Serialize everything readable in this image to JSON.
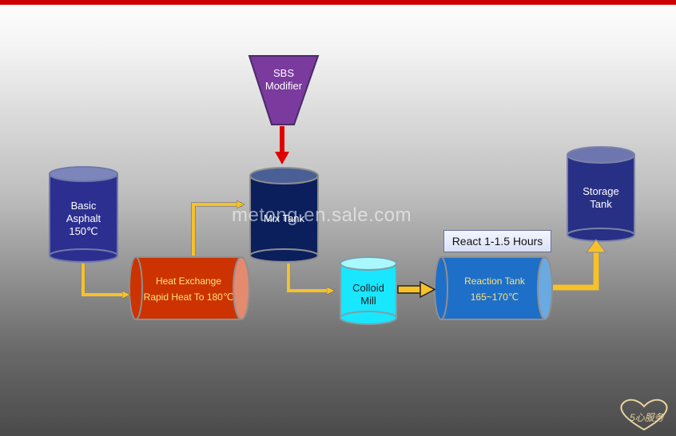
{
  "diagram": {
    "sbs": {
      "line1": "SBS",
      "line2": "Modifier"
    },
    "basic_asphalt": {
      "line1": "Basic",
      "line2": "Asphalt",
      "line3": "150℃"
    },
    "heat_exchange": {
      "line1": "Heat Exchange",
      "line2": "Rapid  Heat To 180℃"
    },
    "mix_tank": {
      "label": "Mix Tank"
    },
    "colloid_mill": {
      "line1": "Colloid",
      "line2": "Mill"
    },
    "reaction_tank": {
      "line1": "Reaction Tank",
      "line2": "165~170℃"
    },
    "react_time": "React 1-1.5 Hours",
    "storage_tank": {
      "line1": "Storage",
      "line2": "Tank"
    }
  },
  "watermark": "metong.en.sale.com",
  "logo_text": "5心服务",
  "colors": {
    "top_bar": "#cc0000",
    "sbs_funnel": "#7a3a9e",
    "asphalt_tank": "#2c2f8f",
    "heat_exchanger": "#cc3300",
    "mix_tank": "#0b1f5c",
    "colloid_mill": "#19e6ff",
    "reaction_tank": "#1e6fc8",
    "storage_tank": "#283085",
    "flow_arrow": "#f6c12a",
    "feed_arrow": "#e00000"
  }
}
